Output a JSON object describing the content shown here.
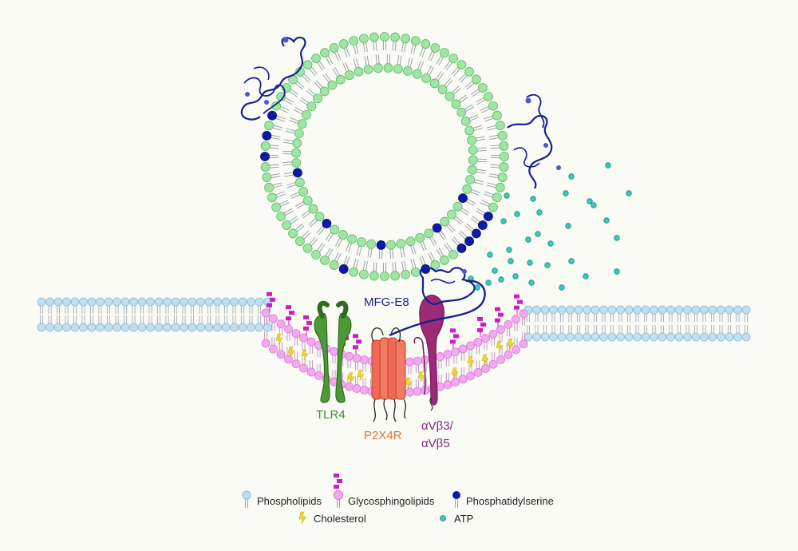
{
  "labels": {
    "mfg": "MFG-E8",
    "tlr4": "TLR4",
    "p2x4r": "P2X4R",
    "integrin_line1": "αVβ3/",
    "integrin_line2": "αVβ5"
  },
  "legend": {
    "phospholipids": "Phospholipids",
    "glycosphingolipids": "Glycosphingolipids",
    "phosphatidylserine": "Phosphatidylserine",
    "cholesterol": "Cholesterol",
    "atp": "ATP"
  },
  "colors": {
    "background": "#fbfbf5",
    "vesicle_lipid": "#9fe6a4",
    "phospholipid": "#bde0f2",
    "glycosphingolipid_head": "#f4a8f1",
    "glycan": "#cc1fbf",
    "phosphatidylserine": "#0d1aa8",
    "cholesterol": "#f2d42a",
    "atp": "#38c9bf",
    "tlr4": "#4b9a36",
    "p2x4r": "#ef6a55",
    "integrin": "#9c2a76",
    "label_mfg": "#15208f",
    "label_tlr4": "#3d8a3a",
    "label_p2x4r": "#d9763b",
    "label_integrin": "#7a2d80"
  },
  "icons": [
    "phospholipid-icon",
    "glycosphingolipid-icon",
    "phosphatidylserine-icon",
    "cholesterol-icon",
    "atp-icon",
    "mfg-e8-protein-icon",
    "tlr4-receptor-icon",
    "p2x4r-channel-icon",
    "integrin-icon"
  ]
}
